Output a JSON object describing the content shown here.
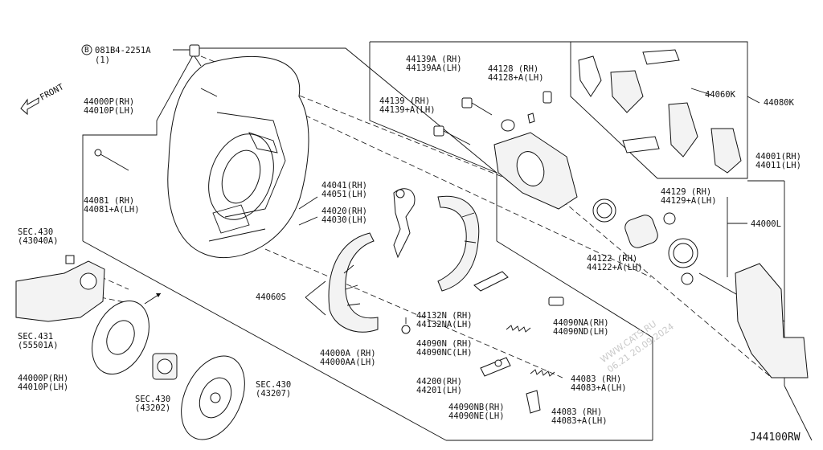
{
  "header": {
    "front_label": "FRONT",
    "bolt_code": "081B4-2251A",
    "bolt_qty": "(1)",
    "bolt_marker": "B"
  },
  "labels": {
    "baseplate_rh": "44000P(RH)",
    "baseplate_lh": "44010P(LH)",
    "bolt_rh": "44081  (RH)",
    "bolt_lh": "44081+A(LH)",
    "sec430a": "SEC.430",
    "sec430a_ref": "(43040A)",
    "sec431": "SEC.431",
    "sec431_ref": "(55501A)",
    "inset_rh": "44000P(RH)",
    "inset_lh": "44010P(LH)",
    "sec430b": "SEC.430",
    "sec430b_ref": "(43202)",
    "sec430c": "SEC.430",
    "sec430c_ref": "(43207)",
    "spring_rh": "44041(RH)",
    "spring_lh": "44051(LH)",
    "backplate_rh": "44020(RH)",
    "backplate_lh": "44030(LH)",
    "shoe": "44060S",
    "lever_rh": "44132N  (RH)",
    "lever_lh": "44132NA(LH)",
    "brake_rh": "44000A  (RH)",
    "brake_lh": "44000AA(LH)",
    "ret_rh": "44090N  (RH)",
    "ret_lh": "44090NC(LH)",
    "adj_rh": "44200(RH)",
    "adj_lh": "44201(LH)",
    "spr2_rh": "44090NB(RH)",
    "spr2_lh": "44090NE(LH)",
    "spr3_rh": "44090NA(RH)",
    "spr3_lh": "44090ND(LH)",
    "clip_rh": "44083  (RH)",
    "clip_lh": "44083+A(LH)",
    "clip2_rh": "44083  (RH)",
    "clip2_lh": "44083+A(LH)",
    "slide_rh": "44139A (RH)",
    "slide_lh": "44139AA(LH)",
    "bleed_rh": "44128  (RH)",
    "bleed_lh": "44128+A(LH)",
    "pin_rh": "44139  (RH)",
    "pin_lh": "44139+A(LH)",
    "pads": "44060K",
    "padkit": "44080K",
    "caliper_rh": "44001(RH)",
    "caliper_lh": "44011(LH)",
    "boot_rh": "44129  (RH)",
    "boot_lh": "44129+A(LH)",
    "sealkit": "44000L",
    "piston_rh": "44122  (RH)",
    "piston_lh": "44122+A(LH)"
  },
  "watermark": {
    "line1": "WWW.CATS.RU",
    "line2": "06.21 20.09.2024"
  },
  "diagram_code": "J44100RW"
}
